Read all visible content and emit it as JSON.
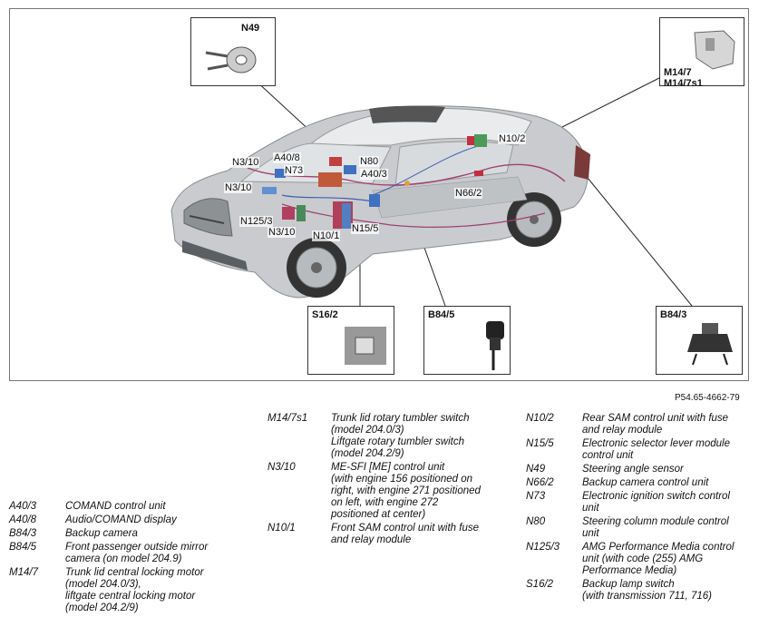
{
  "diagram": {
    "callouts": [
      "N3/10",
      "A40/8",
      "N73",
      "N80",
      "A40/3",
      "N3/10",
      "N125/3",
      "N3/10",
      "N10/1",
      "N15/5",
      "N10/2",
      "N66/2"
    ],
    "insets": {
      "n49": {
        "title": "N49"
      },
      "m147": {
        "title_lines": [
          "M14/7",
          "M14/7s1"
        ]
      },
      "s162": {
        "title": "S16/2"
      },
      "b845": {
        "title": "B84/5"
      },
      "b843": {
        "title": "B84/3"
      }
    }
  },
  "figure_ref": "P54.65-4662-79",
  "legend": {
    "col1": [
      {
        "code": "A40/3",
        "lines": [
          "COMAND control unit"
        ]
      },
      {
        "code": "A40/8",
        "lines": [
          "Audio/COMAND display"
        ]
      },
      {
        "code": "B84/3",
        "lines": [
          "Backup camera"
        ]
      },
      {
        "code": "B84/5",
        "lines": [
          "Front passenger outside mirror",
          "camera (on model 204.9)"
        ]
      },
      {
        "code": "M14/7",
        "lines": [
          "Trunk lid central locking motor",
          "(model 204.0/3),",
          "liftgate central locking motor",
          "(model 204.2/9)"
        ]
      }
    ],
    "col2": [
      {
        "code": "M14/7s1",
        "lines": [
          "Trunk lid rotary tumbler switch",
          "(model 204.0/3)",
          "Liftgate rotary tumbler switch",
          "(model 204.2/9)"
        ]
      },
      {
        "code": "N3/10",
        "lines": [
          "ME-SFI [ME] control unit",
          "(with engine 156 positioned on",
          "right, with engine 271 positioned",
          "on left, with engine 272",
          "positioned at center)"
        ]
      },
      {
        "code": "N10/1",
        "lines": [
          "Front SAM control unit with fuse",
          "and relay module"
        ]
      }
    ],
    "col3": [
      {
        "code": "N10/2",
        "lines": [
          "Rear SAM control unit with fuse",
          "and relay module"
        ]
      },
      {
        "code": "N15/5",
        "lines": [
          "Electronic selector lever module",
          "control unit"
        ]
      },
      {
        "code": "N49",
        "lines": [
          "Steering angle sensor"
        ]
      },
      {
        "code": "N66/2",
        "lines": [
          "Backup camera control unit"
        ]
      },
      {
        "code": "N73",
        "lines": [
          "Electronic ignition switch control",
          "unit"
        ]
      },
      {
        "code": "N80",
        "lines": [
          "Steering column module control",
          "unit"
        ]
      },
      {
        "code": "N125/3",
        "lines": [
          "AMG Performance Media control",
          "unit (with code (255) AMG",
          "Performance Media)"
        ]
      },
      {
        "code": "S16/2",
        "lines": [
          "Backup lamp switch",
          "(with transmission 711, 716)"
        ]
      }
    ]
  }
}
